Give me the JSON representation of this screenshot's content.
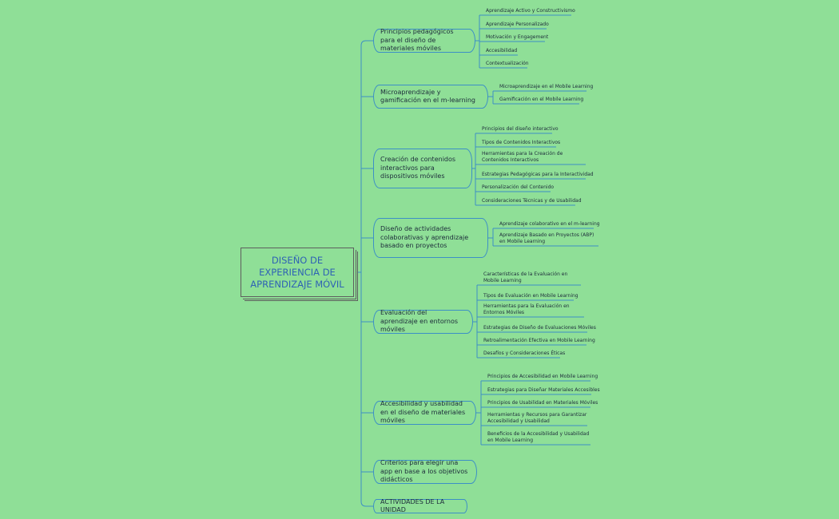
{
  "root": {
    "label": "DISEÑO DE EXPERIENCIA DE APRENDIZAJE MÓVIL"
  },
  "topics": [
    {
      "label": "Principios pedagógicos para el diseño de materiales móviles",
      "children": [
        "Aprendizaje Activo y Constructivismo",
        "Aprendizaje Personalizado",
        "Motivación y Engagement",
        "Accesibilidad",
        "Contextualización"
      ]
    },
    {
      "label": "Microaprendizaje y gamificación en el m-learning",
      "children": [
        "Microaprendizaje en el Mobile Learning",
        "Gamificación en el Mobile Learning"
      ]
    },
    {
      "label": "Creación de contenidos interactivos para dispositivos móviles",
      "children": [
        "Principios del diseño interactivo",
        "Tipos de Contenidos Interactivos",
        "Herramientas para la Creación de Contenidos Interactivos",
        "Estrategias Pedagógicas para la Interactividad",
        "Personalización del Contenido",
        "Consideraciones Técnicas y de Usabilidad"
      ]
    },
    {
      "label": "Diseño de actividades colaborativas y aprendizaje basado en proyectos",
      "children": [
        "Aprendizaje colaborativo en el m-learning",
        "Aprendizaje Basado en Proyectos (ABP) en Mobile Learning"
      ]
    },
    {
      "label": "Evaluación del aprendizaje en entornos móviles",
      "children": [
        "Características de la Evaluación en Mobile Learning",
        "Tipos de Evaluación en Mobile Learning",
        "Herramientas para la Evaluación en Entornos Móviles",
        "Estrategias de Diseño de Evaluaciones Móviles",
        "Retroalimentación Efectiva en Mobile Learning",
        "Desafíos y Consideraciones Éticas"
      ]
    },
    {
      "label": "Accesibilidad y usabilidad en el diseño de materiales móviles",
      "children": [
        "Principios de Accesibilidad en Mobile Learning",
        "Estrategias para Diseñar Materiales Accesibles",
        "Principios de Usabilidad en Materiales Móviles",
        "Herramientas y Recursos para Garantizar Accesibilidad y Usabilidad",
        "Beneficios de la Accesibilidad y Usabilidad en Mobile Learning"
      ]
    },
    {
      "label": "Criterios para elegir una app en base a los objetivos didácticos",
      "children": []
    },
    {
      "label": "ACTIVIDADES DE LA UNIDAD",
      "children": []
    }
  ],
  "colors": {
    "background": "#8fdf97",
    "connector": "#3c8fc6",
    "root_text": "#2f62b4",
    "root_border": "#5e5e5e"
  }
}
